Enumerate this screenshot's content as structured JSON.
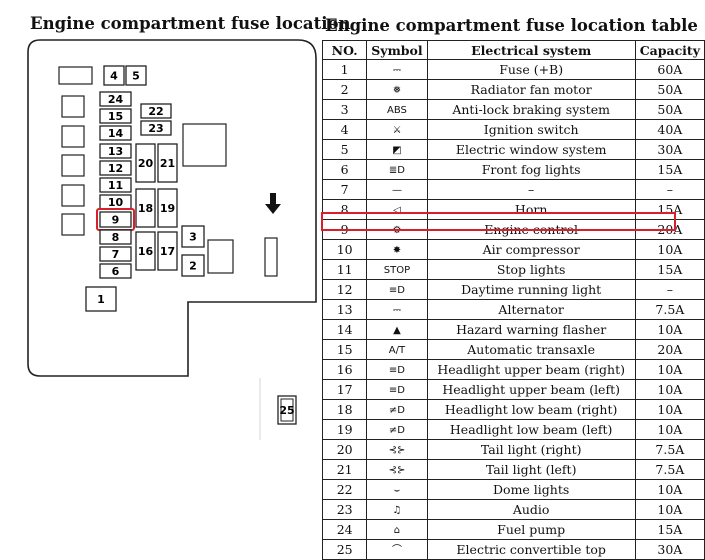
{
  "left_title": "Engine compartment fuse location",
  "right_title": "Engine compartment fuse location table",
  "highlight_color": "#d8202a",
  "diagram": {
    "labels": [
      "4",
      "5",
      "24",
      "22",
      "15",
      "23",
      "14",
      "13",
      "20",
      "21",
      "12",
      "11",
      "10",
      "18",
      "19",
      "9",
      "8",
      "3",
      "16",
      "17",
      "7",
      "6",
      "2",
      "1",
      "25"
    ],
    "arrow_icon": "down-arrow-icon",
    "highlighted_fuse": "9"
  },
  "table": {
    "headers": {
      "no": "NO.",
      "symbol": "Symbol",
      "system": "Electrical system",
      "capacity": "Capacity"
    },
    "rows": [
      {
        "no": "1",
        "symbol": "battery-icon",
        "system": "Fuse (+B)",
        "capacity": "60A"
      },
      {
        "no": "2",
        "symbol": "radiator-fan-icon",
        "system": "Radiator fan motor",
        "capacity": "50A"
      },
      {
        "no": "3",
        "symbol": "abs-icon",
        "system": "Anti-lock braking system",
        "capacity": "50A"
      },
      {
        "no": "4",
        "symbol": "ignition-icon",
        "system": "Ignition switch",
        "capacity": "40A"
      },
      {
        "no": "5",
        "symbol": "window-icon",
        "system": "Electric window system",
        "capacity": "30A"
      },
      {
        "no": "6",
        "symbol": "fog-light-icon",
        "system": "Front fog lights",
        "capacity": "15A"
      },
      {
        "no": "7",
        "symbol": "dash-icon",
        "system": "–",
        "capacity": "–"
      },
      {
        "no": "8",
        "symbol": "horn-icon",
        "system": "Horn",
        "capacity": "15A"
      },
      {
        "no": "9",
        "symbol": "engine-icon",
        "system": "Engine control",
        "capacity": "20A"
      },
      {
        "no": "10",
        "symbol": "compressor-icon",
        "system": "Air compressor",
        "capacity": "10A"
      },
      {
        "no": "11",
        "symbol": "stop-icon",
        "system": "Stop lights",
        "capacity": "15A"
      },
      {
        "no": "12",
        "symbol": "headlight-icon",
        "system": "Daytime running light",
        "capacity": "–"
      },
      {
        "no": "13",
        "symbol": "alternator-icon",
        "system": "Alternator",
        "capacity": "7.5A"
      },
      {
        "no": "14",
        "symbol": "hazard-icon",
        "system": "Hazard warning flasher",
        "capacity": "10A"
      },
      {
        "no": "15",
        "symbol": "at-icon",
        "system": "Automatic transaxle",
        "capacity": "20A"
      },
      {
        "no": "16",
        "symbol": "headlight-high-icon",
        "system": "Headlight upper beam (right)",
        "capacity": "10A"
      },
      {
        "no": "17",
        "symbol": "headlight-high-icon",
        "system": "Headlight upper beam (left)",
        "capacity": "10A"
      },
      {
        "no": "18",
        "symbol": "headlight-low-icon",
        "system": "Headlight low beam (right)",
        "capacity": "10A"
      },
      {
        "no": "19",
        "symbol": "headlight-low-icon",
        "system": "Headlight low beam (left)",
        "capacity": "10A"
      },
      {
        "no": "20",
        "symbol": "tail-light-icon",
        "system": "Tail light (right)",
        "capacity": "7.5A"
      },
      {
        "no": "21",
        "symbol": "tail-light-icon",
        "system": "Tail light (left)",
        "capacity": "7.5A"
      },
      {
        "no": "22",
        "symbol": "dome-light-icon",
        "system": "Dome lights",
        "capacity": "10A"
      },
      {
        "no": "23",
        "symbol": "audio-icon",
        "system": "Audio",
        "capacity": "10A"
      },
      {
        "no": "24",
        "symbol": "fuel-pump-icon",
        "system": "Fuel pump",
        "capacity": "15A"
      },
      {
        "no": "25",
        "symbol": "convertible-top-icon",
        "system": "Electric convertible top",
        "capacity": "30A"
      }
    ]
  },
  "symbol_glyphs": {
    "battery-icon": "⎓",
    "radiator-fan-icon": "❅",
    "abs-icon": "ABS",
    "ignition-icon": "⚔",
    "window-icon": "◩",
    "fog-light-icon": "≣D",
    "dash-icon": "—",
    "horn-icon": "◁",
    "engine-icon": "⚙",
    "compressor-icon": "✸",
    "stop-icon": "STOP",
    "headlight-icon": "≡D",
    "alternator-icon": "⎓",
    "hazard-icon": "▲",
    "at-icon": "A/T",
    "headlight-high-icon": "≡D",
    "headlight-low-icon": "≠D",
    "tail-light-icon": "⊰⊱",
    "dome-light-icon": "⌣",
    "audio-icon": "♫",
    "fuel-pump-icon": "⌂",
    "convertible-top-icon": "⌒"
  }
}
